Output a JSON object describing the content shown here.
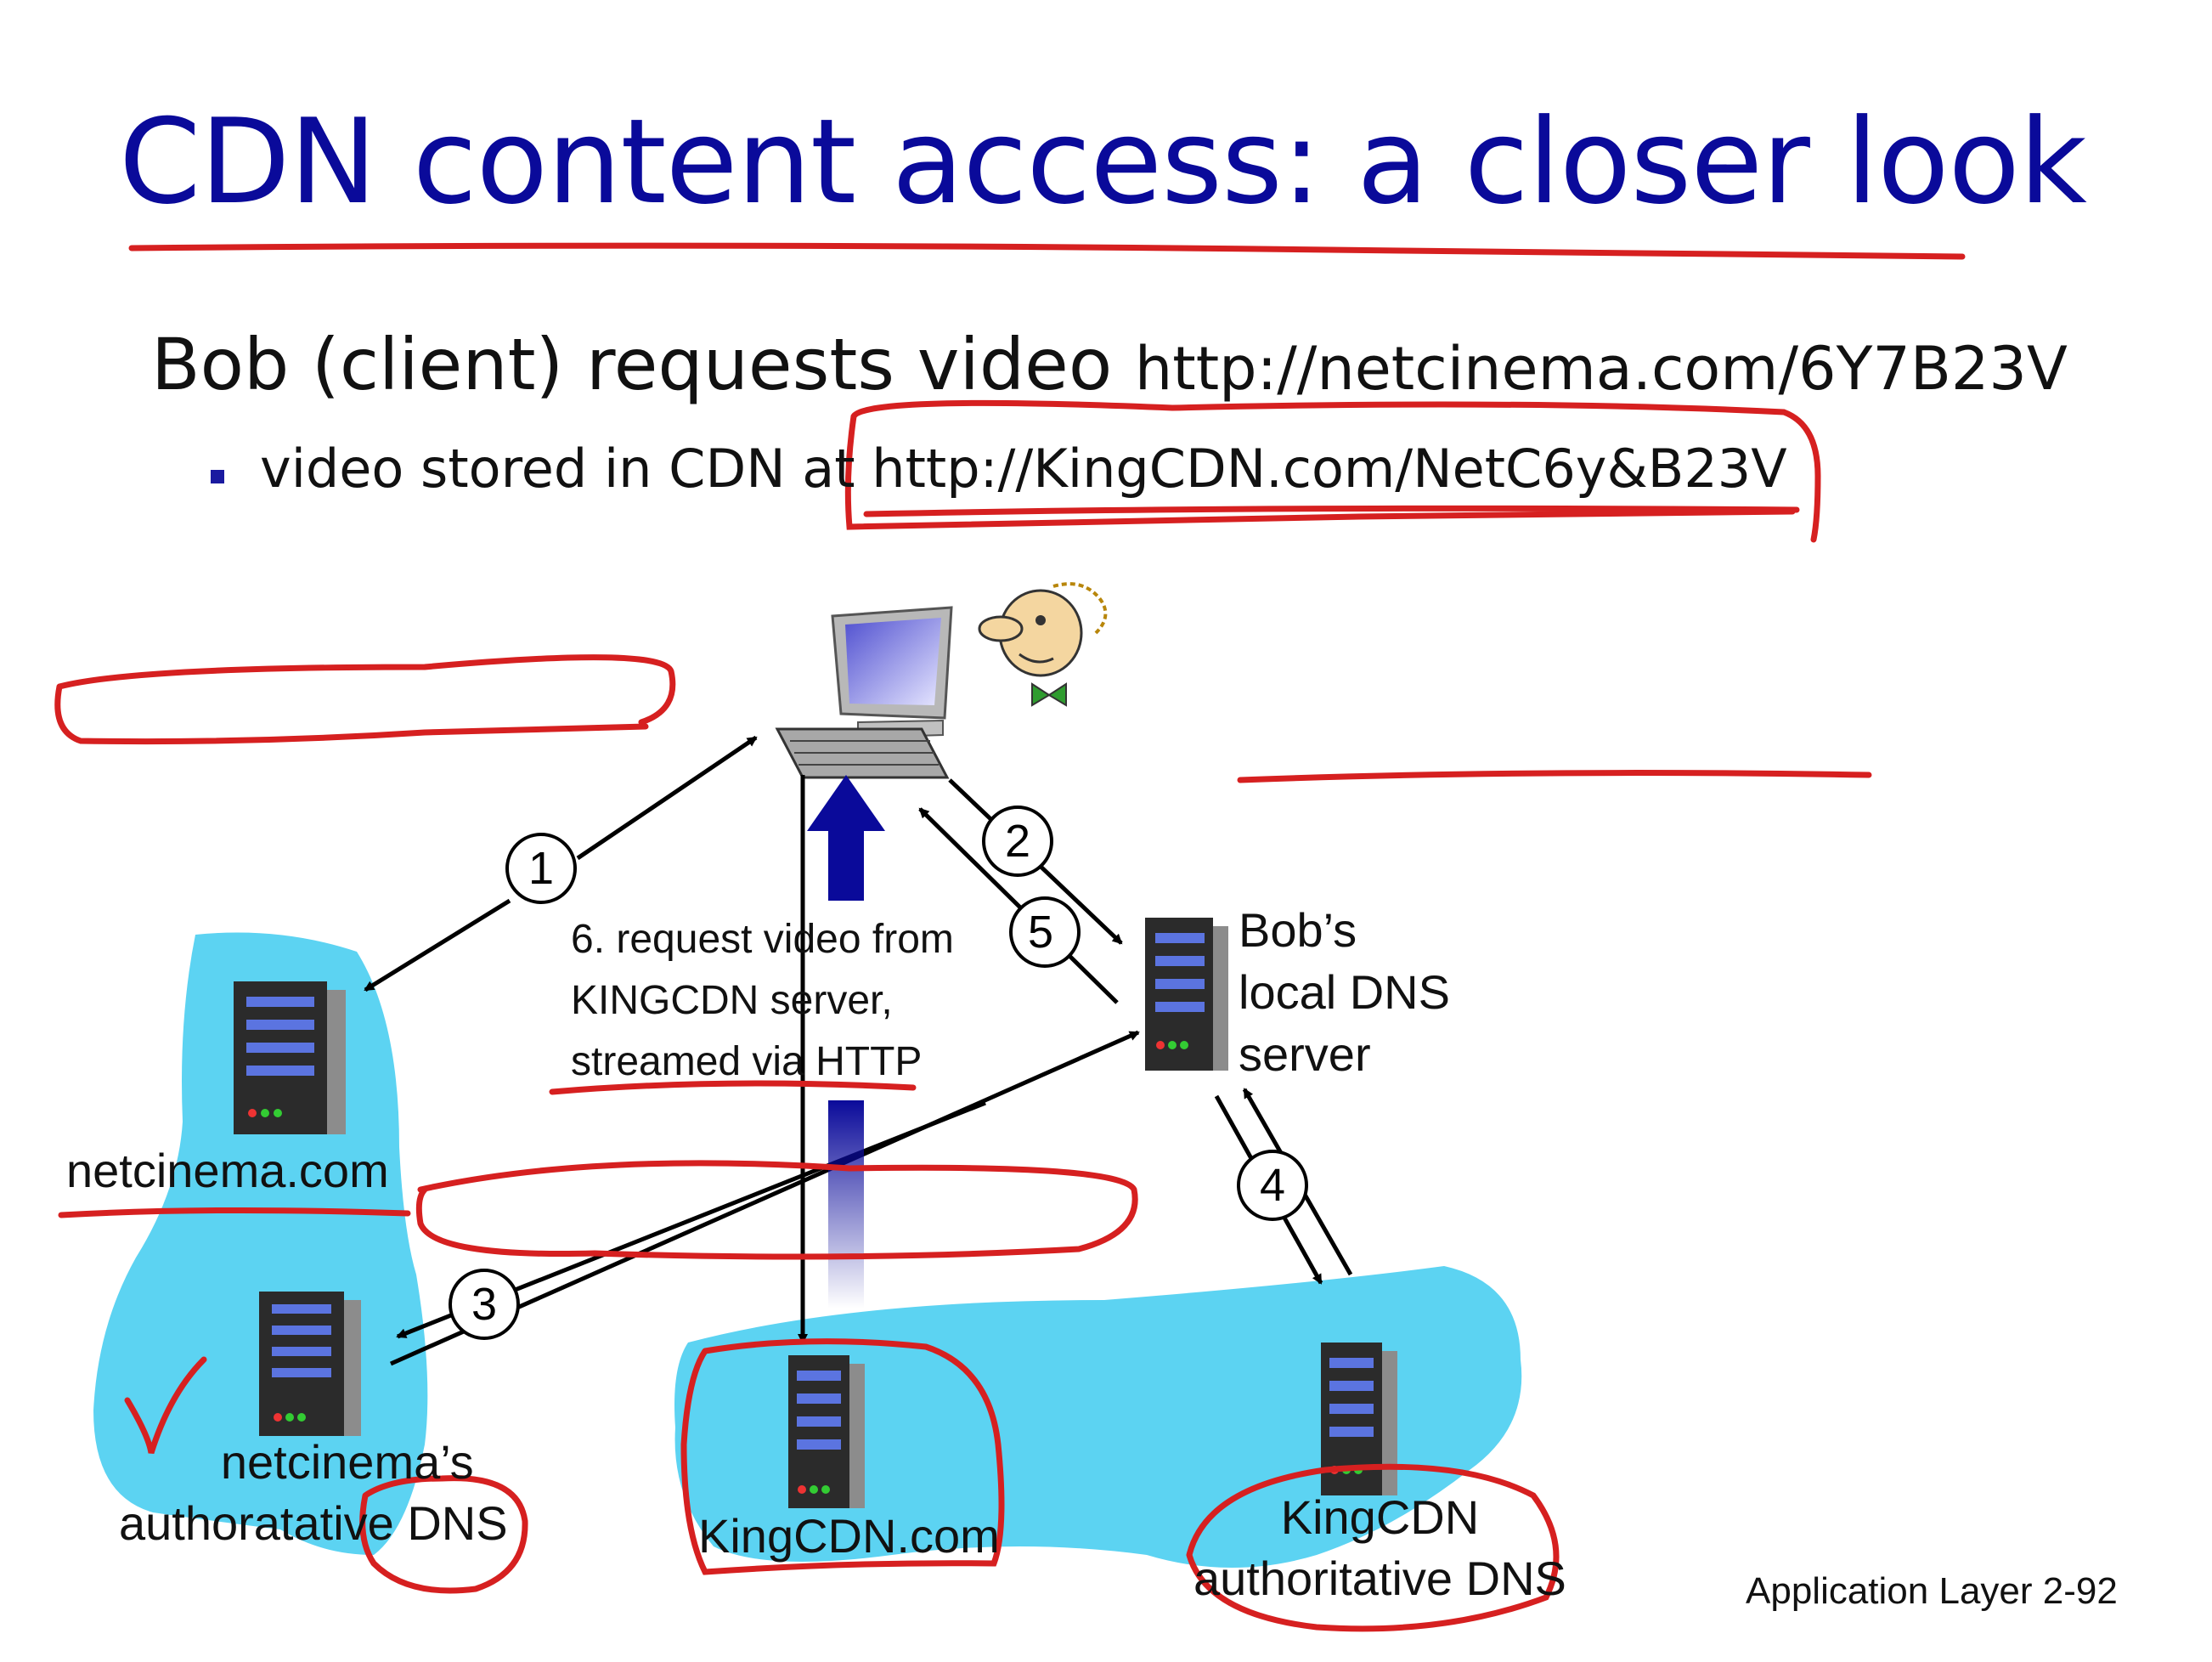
{
  "title": "CDN content access: a closer look",
  "headline": {
    "text": "Bob (client) requests video ",
    "url": "http://netcinema.com/6Y7B23V"
  },
  "bullet": {
    "text": "video stored in CDN at ",
    "url": "http://KingCDN.com/NetC6y&B23V"
  },
  "diagram": {
    "step6_lines": [
      "6. request video from",
      "KINGCDN server,",
      "streamed via HTTP"
    ],
    "local_dns_lines": [
      "Bob’s",
      "local DNS",
      "server"
    ],
    "netcinema": "netcinema.com",
    "netcinema_dns_lines": [
      "netcinema’s",
      "authoratative DNS"
    ],
    "kingcdn": "KingCDN.com",
    "kingcdn_dns_lines": [
      "KingCDN",
      "authoritative DNS"
    ],
    "steps": [
      "1",
      "2",
      "3",
      "4",
      "5"
    ]
  },
  "footer": "Application Layer 2-92",
  "colors": {
    "title": "#0a0a9a",
    "annotation_red": "#d62020",
    "cloud_blue": "#5cd3f2",
    "arrow_blue": "#0a0a9a"
  }
}
